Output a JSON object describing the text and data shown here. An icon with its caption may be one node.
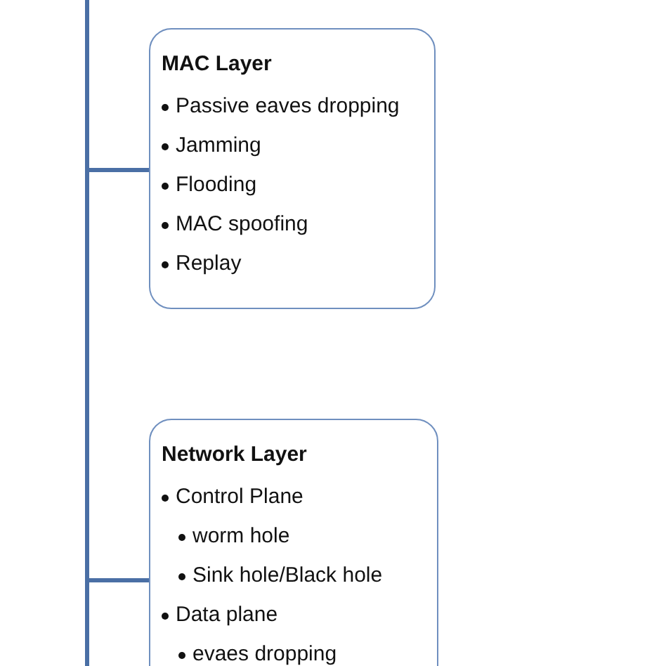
{
  "diagram": {
    "nodes": [
      {
        "text": [
          "MAC Layer",
          "Passive eaves dropping",
          "Jamming",
          "Flooding",
          "MAC spoofing",
          "Replay"
        ]
      },
      {
        "text": [
          "Network Layer",
          "Control Plane",
          "worm hole",
          "Sink hole/Black hole",
          "Data plane",
          "evaes dropping"
        ]
      }
    ],
    "edges": [
      {
        "from": null,
        "to": 0,
        "arrow": "none"
      },
      {
        "from": null,
        "to": 1,
        "arrow": "none"
      }
    ]
  }
}
